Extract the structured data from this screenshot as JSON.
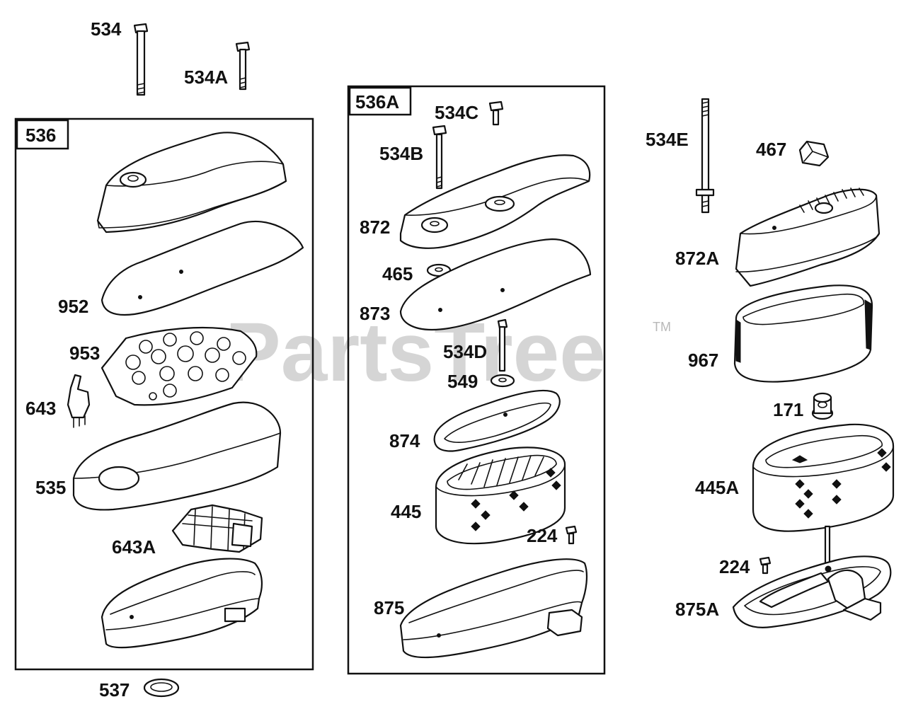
{
  "watermark": {
    "text": "PartsTree",
    "tm": "TM"
  },
  "group_boxes": {
    "g536": "536",
    "g536a": "536A"
  },
  "labels": {
    "l534": "534",
    "l534a": "534A",
    "l952": "952",
    "l953": "953",
    "l643": "643",
    "l535": "535",
    "l643a": "643A",
    "l537": "537",
    "l534c": "534C",
    "l534b": "534B",
    "l872": "872",
    "l465": "465",
    "l873": "873",
    "l534d": "534D",
    "l549": "549",
    "l874": "874",
    "l445": "445",
    "l224a": "224",
    "l875": "875",
    "l534e": "534E",
    "l467": "467",
    "l872a": "872A",
    "l967": "967",
    "l171": "171",
    "l445a": "445A",
    "l224b": "224",
    "l875a": "875A"
  }
}
